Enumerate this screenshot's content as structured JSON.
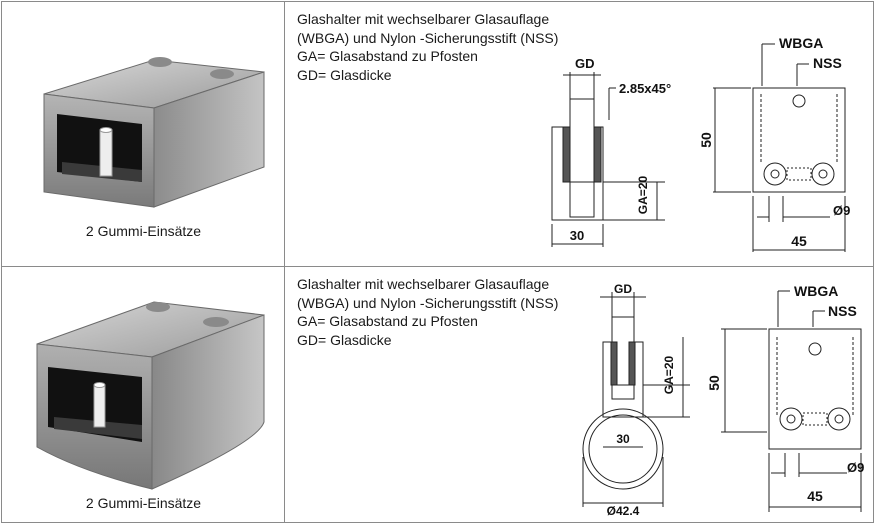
{
  "rows": [
    {
      "caption": "2 Gummi-Einsätze",
      "description": [
        "Glashalter mit wechselbarer Glasauflage",
        "(WBGA) und Nylon -Sicherungsstift (NSS)",
        "GA= Glasabstand zu Pfosten",
        "GD= Glasdicke"
      ],
      "side_view": {
        "gd": "GD",
        "chamfer": "2.85x45°",
        "ga": "GA=20",
        "width": "30"
      },
      "front_view": {
        "wbga": "WBGA",
        "nss": "NSS",
        "height": "50",
        "hole": "Ø9",
        "width": "45"
      }
    },
    {
      "caption": "2 Gummi-Einsätze",
      "description": [
        "Glashalter mit wechselbarer Glasauflage",
        "(WBGA) und Nylon -Sicherungsstift (NSS)",
        "GA= Glasabstand zu Pfosten",
        "GD= Glasdicke"
      ],
      "side_view": {
        "gd": "GD",
        "ga": "GA=20",
        "width": "30",
        "tube": "Ø42.4"
      },
      "front_view": {
        "wbga": "WBGA",
        "nss": "NSS",
        "height": "50",
        "hole": "Ø9",
        "width": "45"
      }
    }
  ]
}
